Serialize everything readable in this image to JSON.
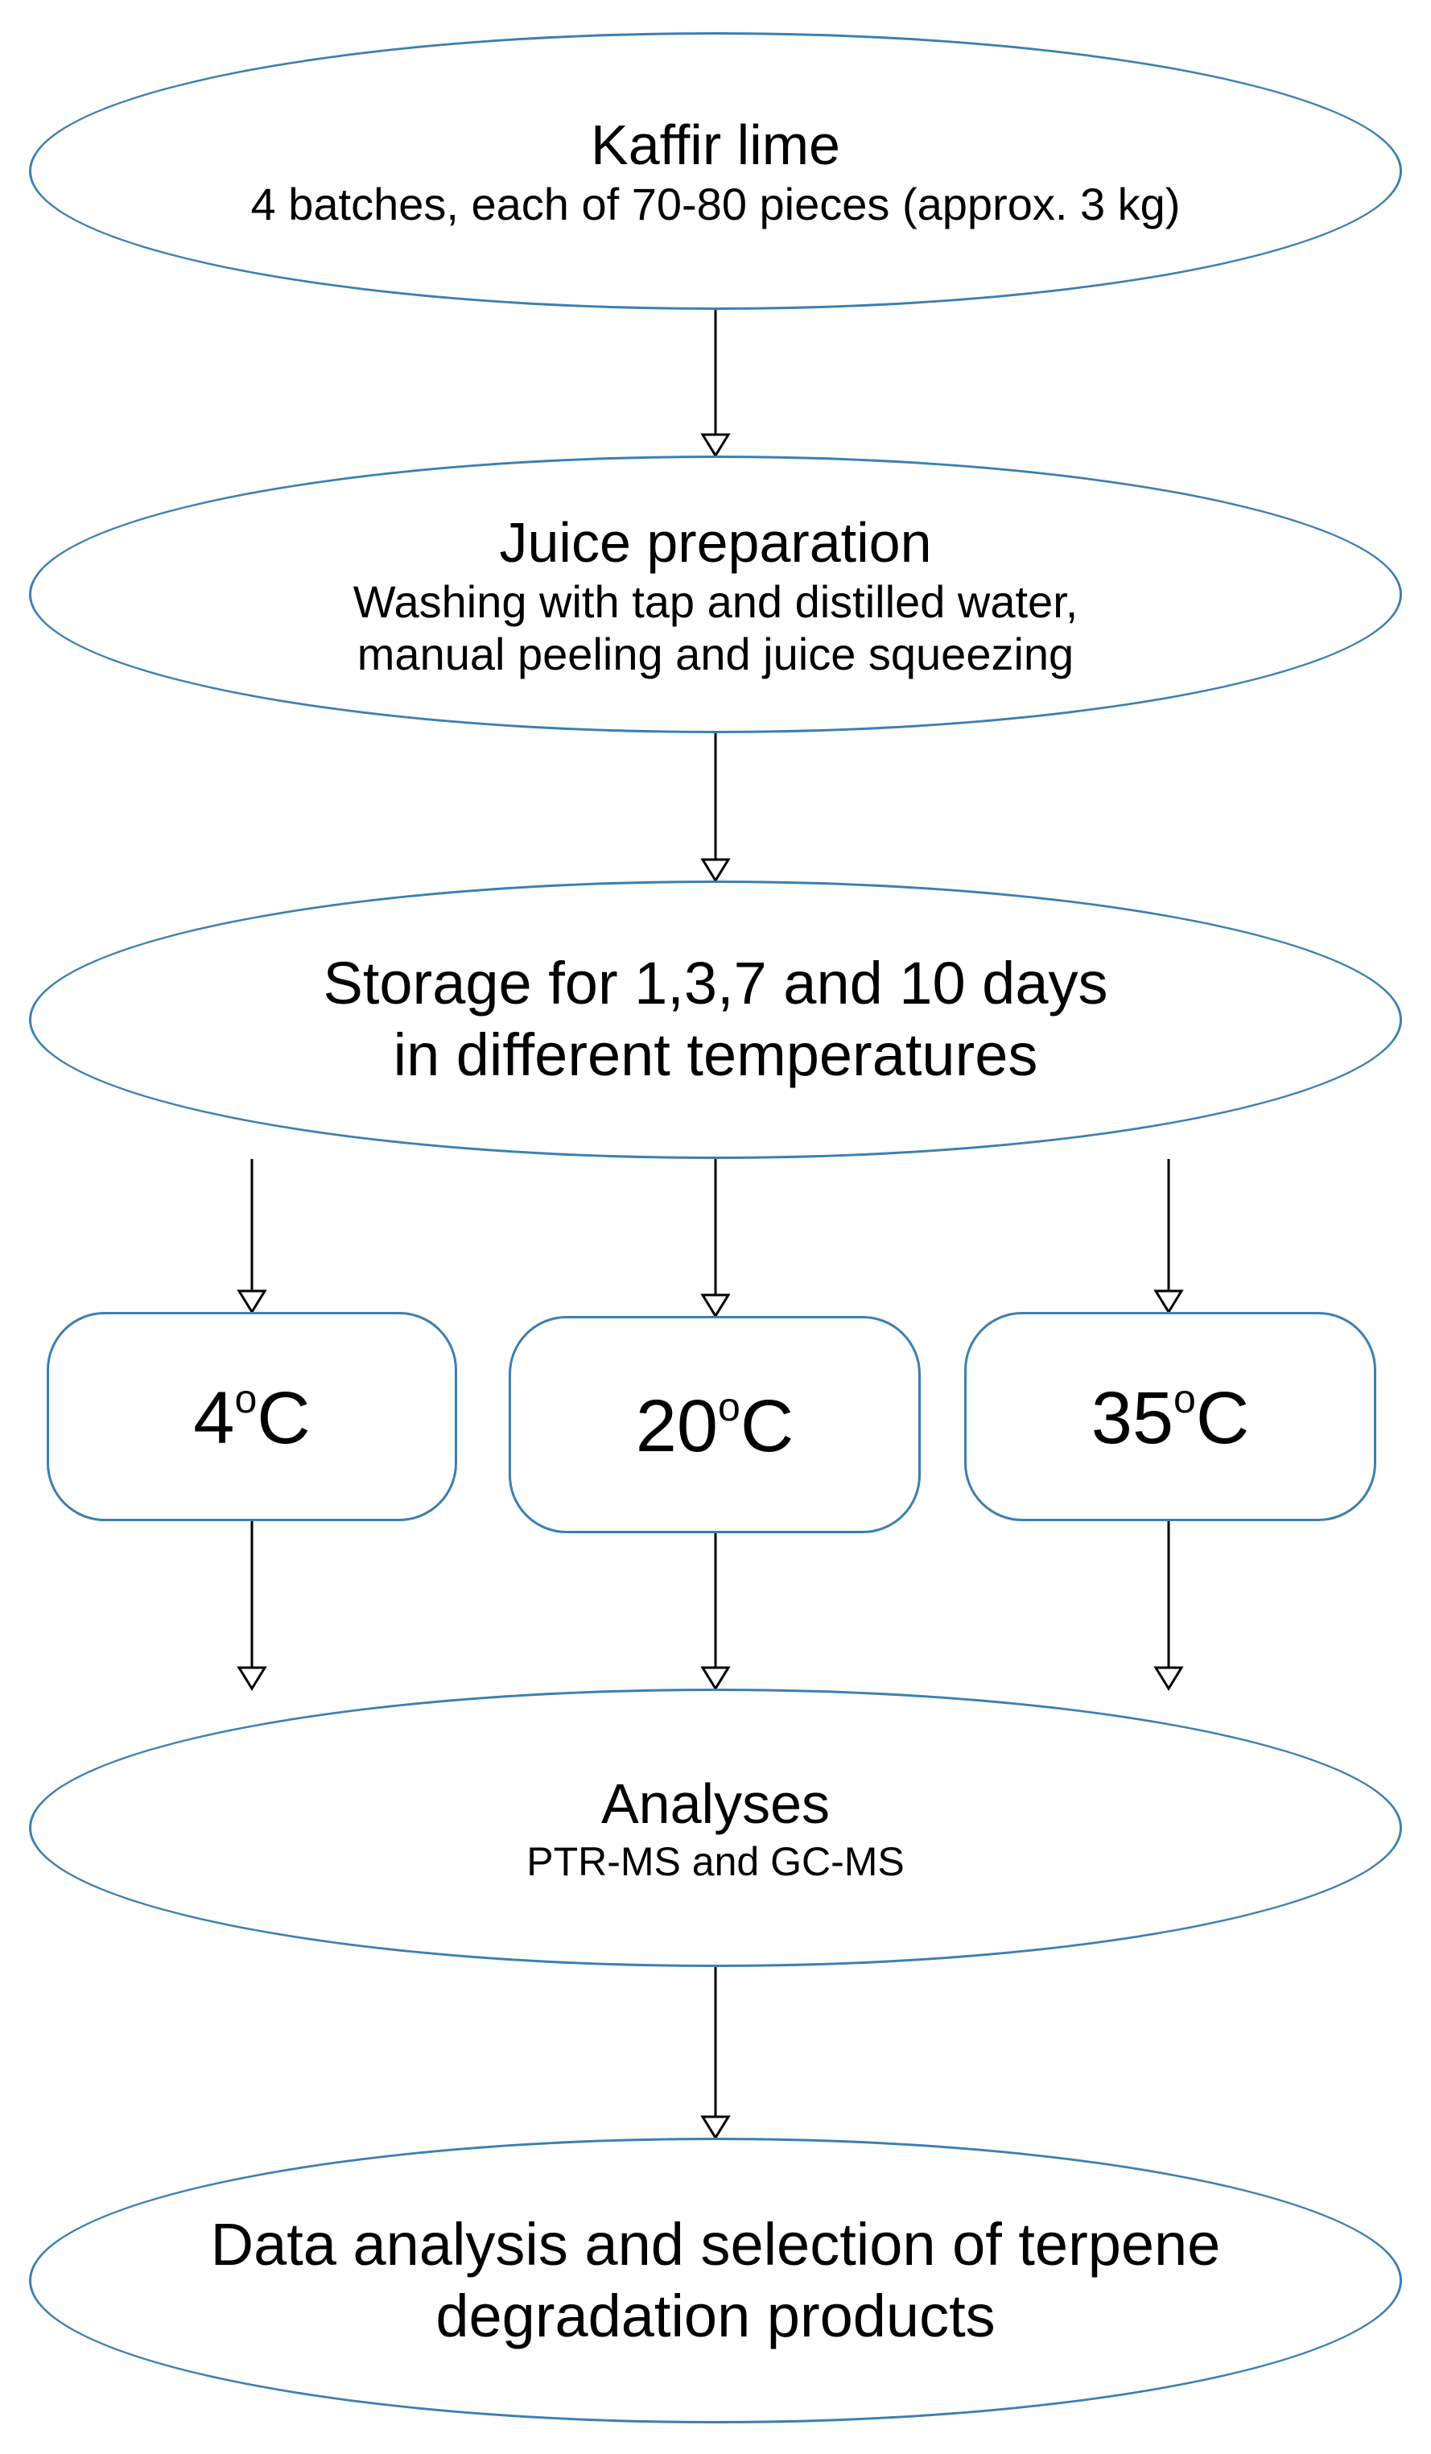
{
  "nodes": {
    "kaffir": {
      "title": "Kaffir lime",
      "subtitle": "4 batches, each of 70-80 pieces (approx. 3 kg)"
    },
    "juice": {
      "title": "Juice preparation",
      "line1": "Washing with tap and distilled water,",
      "line2": "manual peeling and juice squeezing"
    },
    "storage": {
      "line1": "Storage for 1,3,7 and 10 days",
      "line2": "in different temperatures"
    },
    "temperatures": [
      {
        "value": "4",
        "degree": "o",
        "unit": "C"
      },
      {
        "value": "20",
        "degree": "o",
        "unit": "C"
      },
      {
        "value": "35",
        "degree": "o",
        "unit": "C"
      }
    ],
    "analyses": {
      "title": "Analyses",
      "subtitle": "PTR-MS and GC-MS"
    },
    "data_analysis": {
      "line1": "Data analysis and selection of terpene",
      "line2": "degradation products"
    }
  },
  "colors": {
    "border": "#3d7fb0",
    "arrow": "#000000",
    "text": "#000000",
    "background": "#ffffff"
  }
}
